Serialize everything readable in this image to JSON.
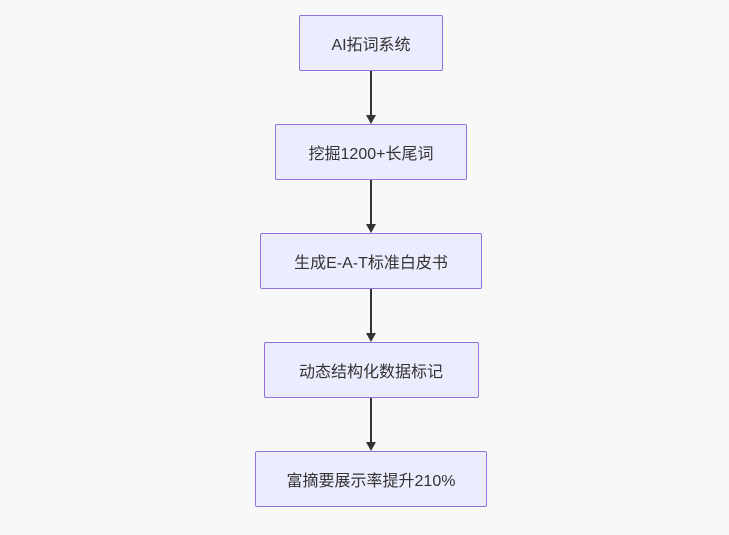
{
  "diagram": {
    "type": "flowchart-top-down",
    "nodes": [
      {
        "id": "A",
        "label": "AI拓词系统"
      },
      {
        "id": "B",
        "label": "挖掘1200+长尾词"
      },
      {
        "id": "C",
        "label": "生成E-A-T标准白皮书"
      },
      {
        "id": "D",
        "label": "动态结构化数据标记"
      },
      {
        "id": "E",
        "label": "富摘要展示率提升210%"
      }
    ],
    "edges": [
      {
        "from": "A",
        "to": "B"
      },
      {
        "from": "B",
        "to": "C"
      },
      {
        "from": "C",
        "to": "D"
      },
      {
        "from": "D",
        "to": "E"
      }
    ],
    "colors": {
      "node_fill": "#ECECFF",
      "node_border": "#9370DB",
      "edge": "#333333",
      "text": "#333333",
      "page_background": "#f8f8f8"
    }
  }
}
